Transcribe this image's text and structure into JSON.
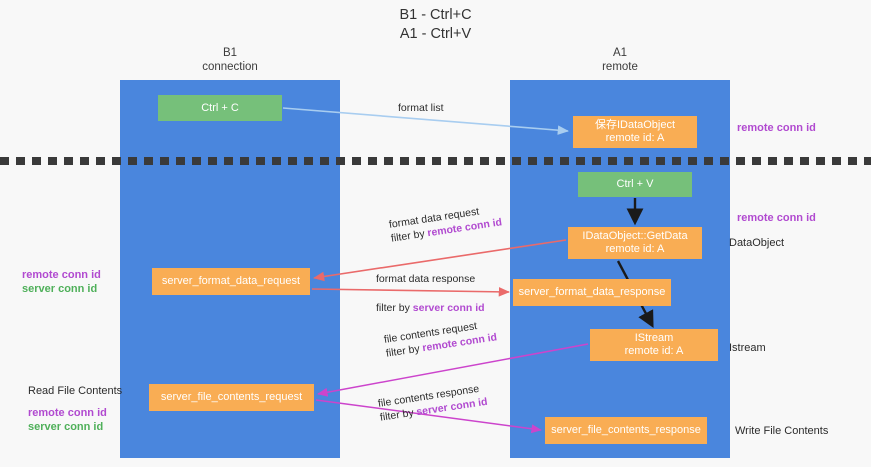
{
  "title": "B1 - Ctrl+C\nA1 - Ctrl+V",
  "columns": {
    "left": {
      "header": "B1\nconnection"
    },
    "right": {
      "header": "A1\nremote"
    }
  },
  "boxes": {
    "ctrl_c": {
      "line1": "Ctrl + C",
      "line2": "",
      "color": "#76c07a"
    },
    "save_idataobject": {
      "line1": "保存IDataObject",
      "line2": "remote id: A",
      "color": "#f9ad54"
    },
    "ctrl_v": {
      "line1": "Ctrl + V",
      "line2": "",
      "color": "#76c07a"
    },
    "getdata": {
      "line1": "IDataObject::GetData",
      "line2": "remote id: A",
      "color": "#f9ad54"
    },
    "server_format_data_request": {
      "line1": "server_format_data_request",
      "line2": "",
      "color": "#f9ad54"
    },
    "server_format_data_response": {
      "line1": "server_format_data_response",
      "line2": "",
      "color": "#f9ad54"
    },
    "istream": {
      "line1": "IStream",
      "line2": "remote id: A",
      "color": "#f9ad54"
    },
    "server_file_contents_request": {
      "line1": "server_file_contents_request",
      "line2": "",
      "color": "#f9ad54"
    },
    "server_file_contents_response": {
      "line1": "server_file_contents_response",
      "line2": "",
      "color": "#f9ad54"
    }
  },
  "edge_labels": {
    "format_list": {
      "text": "format list"
    },
    "format_data_request": {
      "line1": "format data request",
      "filter_prefix": "filter by ",
      "filter_key": "remote conn id"
    },
    "format_data_response": {
      "line1": "format data response",
      "filter_prefix": "filter by ",
      "filter_key": "server conn id"
    },
    "file_contents_request": {
      "line1": "file contents request",
      "filter_prefix": "filter by ",
      "filter_key": "remote conn id"
    },
    "file_contents_response": {
      "line1": "file contents response",
      "filter_prefix": "filter by ",
      "filter_key": "server conn id"
    }
  },
  "annotations": {
    "remote_conn_id_top": "remote conn id",
    "remote_conn_id_middle": "remote conn id",
    "dataobject": "DataObject",
    "istream": "Istream",
    "write_file_contents": "Write File Contents",
    "left_middle": {
      "remote": "remote conn id",
      "server": "server conn id"
    },
    "left_bottom": {
      "title": "Read File Contents",
      "remote": "remote conn id",
      "server": "server conn id"
    }
  },
  "colors": {
    "lane": "#4a86dd",
    "box_green": "#76c07a",
    "box_orange": "#f9ad54",
    "purple": "#b14ad0",
    "green_text": "#4fb05a",
    "arrow_lightblue": "#a8cdf0",
    "arrow_red": "#ea6a6a",
    "arrow_magenta": "#cc44cc",
    "arrow_black": "#1a1a1a",
    "background": "#f8f8f8"
  }
}
